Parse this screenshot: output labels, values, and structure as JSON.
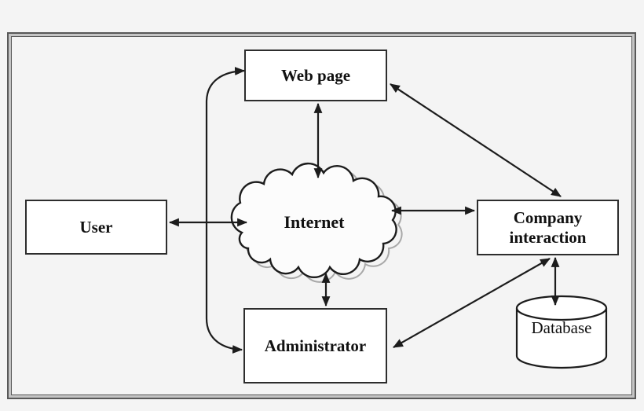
{
  "diagram": {
    "nodes": {
      "web_page": {
        "label": "Web page",
        "shape": "rect"
      },
      "user": {
        "label": "User",
        "shape": "rect"
      },
      "internet": {
        "label": "Internet",
        "shape": "cloud"
      },
      "company_interaction": {
        "label": "Company interaction",
        "shape": "rect"
      },
      "administrator": {
        "label": "Administrator",
        "shape": "rect"
      },
      "database": {
        "label": "Database",
        "shape": "cylinder"
      }
    },
    "edges": [
      {
        "from": "user",
        "to": "internet",
        "bidirectional": true,
        "style": "straight"
      },
      {
        "from": "web_page",
        "to": "internet",
        "bidirectional": true,
        "style": "straight"
      },
      {
        "from": "internet",
        "to": "company_interaction",
        "bidirectional": true,
        "style": "straight"
      },
      {
        "from": "internet",
        "to": "administrator",
        "bidirectional": true,
        "style": "straight"
      },
      {
        "from": "web_page",
        "to": "company_interaction",
        "bidirectional": true,
        "style": "diagonal"
      },
      {
        "from": "company_interaction",
        "to": "administrator",
        "bidirectional": true,
        "style": "diagonal"
      },
      {
        "from": "company_interaction",
        "to": "database",
        "bidirectional": true,
        "style": "straight"
      },
      {
        "from": "web_page",
        "to": "administrator",
        "bidirectional": true,
        "style": "curved-left"
      }
    ],
    "colors": {
      "background": "#f4f4f4",
      "line": "#1c1c1c",
      "box_fill": "#ffffff",
      "box_border": "#2d2d2d",
      "frame_line": "#585858",
      "frame_gap": "#c4c4c4",
      "cloud_shadow": "#a8a8a8"
    }
  }
}
